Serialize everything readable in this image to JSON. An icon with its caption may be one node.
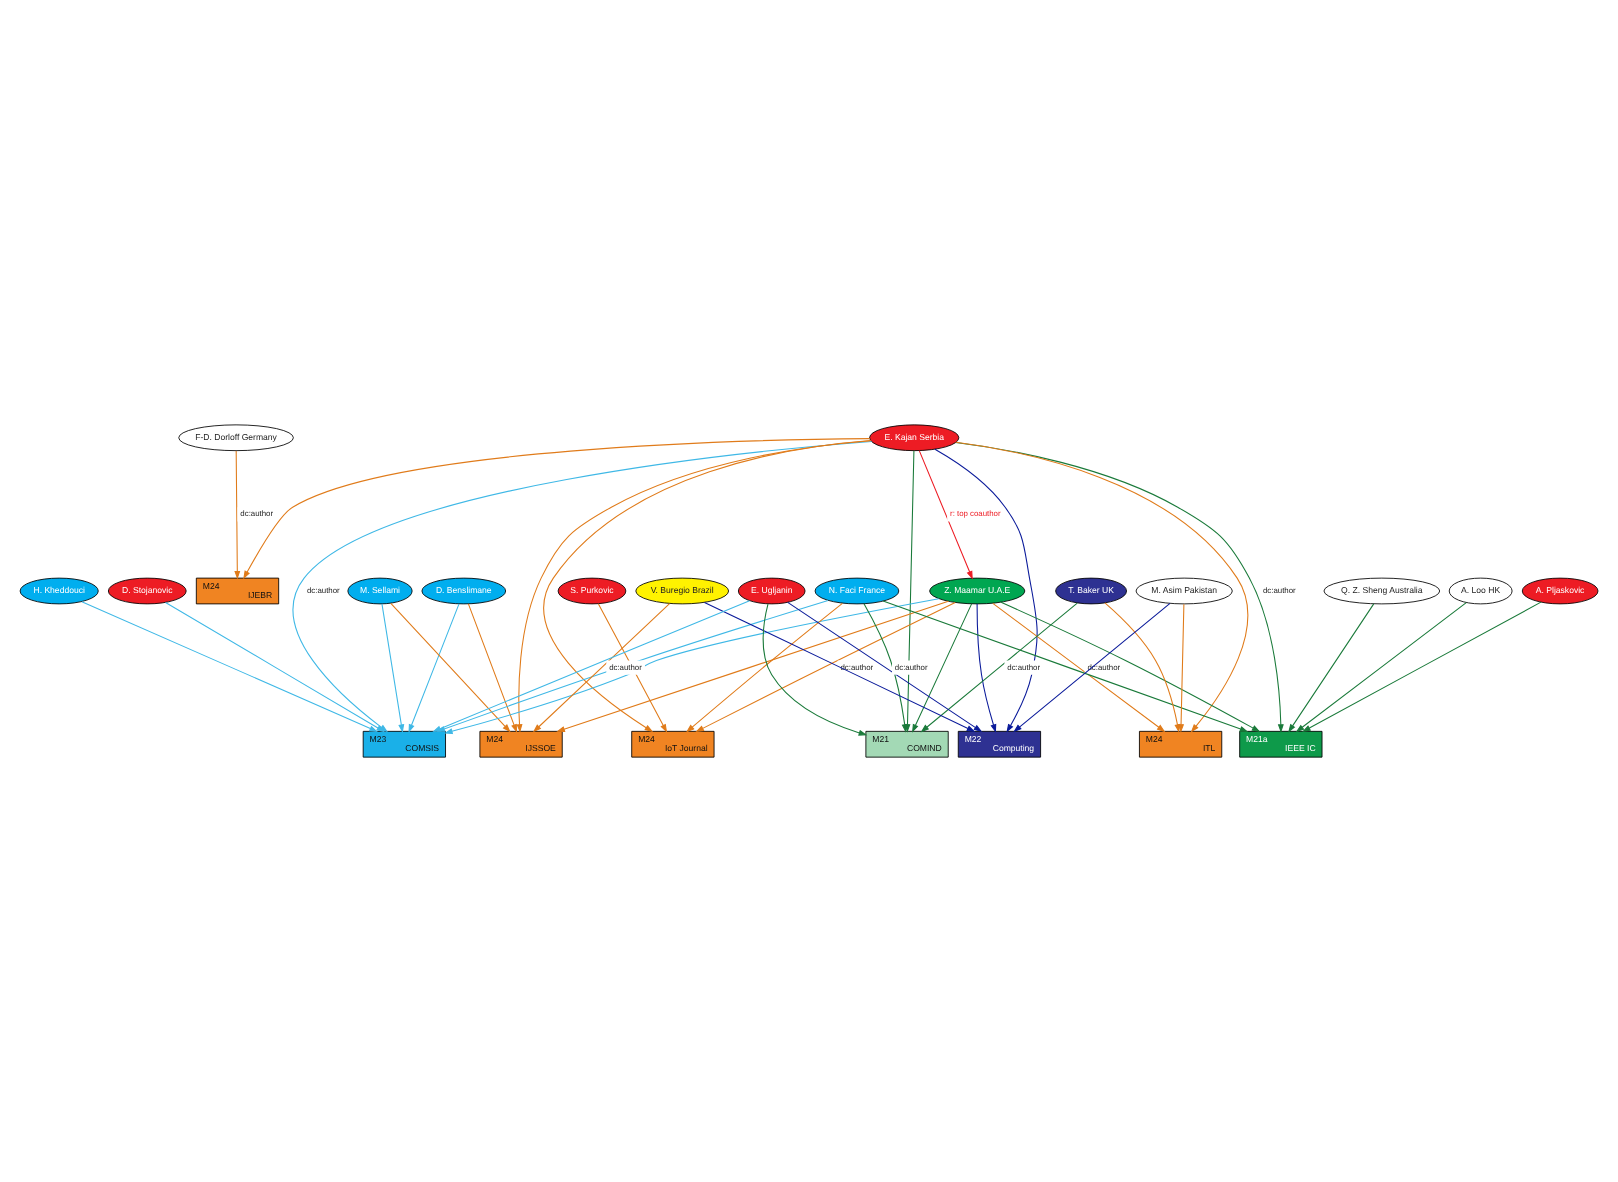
{
  "diagram": {
    "nodes": [
      {
        "text": [
          "M23",
          "COMSIS"
        ]
      },
      {
        "text": [
          "H. Kheddouci"
        ]
      },
      {
        "text": [
          "D. Stojanovic"
        ]
      },
      {
        "text": [
          "D. Benslimane"
        ]
      },
      {
        "text": [
          "M. Sellami"
        ]
      },
      {
        "text": [
          "E. Kajan Serbia"
        ]
      },
      {
        "text": [
          "M24",
          "IJEBR"
        ]
      },
      {
        "text": [
          "Z. Maamar U.A.E"
        ]
      },
      {
        "text": [
          "F-D. Dorloff Germany"
        ]
      },
      {
        "text": [
          "M24",
          "IJSSOE"
        ]
      },
      {
        "text": [
          "Q. Z. Sheng Australia"
        ]
      },
      {
        "text": [
          "A. Loo HK"
        ]
      },
      {
        "text": [
          "M21",
          "COMIND"
        ]
      },
      {
        "text": [
          "M21a",
          "IEEE IC"
        ]
      },
      {
        "text": [
          "N. Faci France"
        ]
      },
      {
        "text": [
          "A. Pljaskovic"
        ]
      },
      {
        "text": [
          "T. Baker UK"
        ]
      },
      {
        "text": [
          "M24",
          "ITL"
        ]
      },
      {
        "text": [
          "M24",
          "IoT Journal"
        ]
      },
      {
        "text": [
          "S. Purkovic"
        ]
      },
      {
        "text": [
          "V. Buregio Brazil"
        ]
      },
      {
        "text": [
          "M. Asim Pakistan"
        ]
      },
      {
        "text": [
          "M22",
          "Computing"
        ]
      },
      {
        "text": [
          "E. Ugljanin"
        ]
      }
    ],
    "edges": [
      {
        "from": 1,
        "to": 0,
        "arrow": "to",
        "color": "#3fb8e6"
      },
      {
        "from": 2,
        "to": 0,
        "arrow": "to",
        "color": "#3fb8e6"
      },
      {
        "from": 3,
        "to": 0,
        "arrow": "to",
        "color": "#3fb8e6"
      },
      {
        "from": 4,
        "to": 0,
        "arrow": "to",
        "color": "#3fb8e6"
      },
      {
        "from": 5,
        "to": 0,
        "arrow": "to",
        "label": "dc:author",
        "color": "#3fb8e6"
      },
      {
        "from": 7,
        "to": 0,
        "arrow": "to",
        "color": "#3fb8e6"
      },
      {
        "from": 14,
        "to": 0,
        "arrow": "to",
        "color": "#3fb8e6"
      },
      {
        "from": 23,
        "to": 0,
        "arrow": "to",
        "color": "#3fb8e6"
      },
      {
        "from": 5,
        "to": 6,
        "arrow": "to"
      },
      {
        "from": 8,
        "to": 6,
        "arrow": "to",
        "label": "dc:author"
      },
      {
        "from": 5,
        "to": 7,
        "arrow": "to",
        "label": "r: top coauthor",
        "color": "#ed1c24"
      },
      {
        "from": 3,
        "to": 9,
        "arrow": "to"
      },
      {
        "from": 4,
        "to": 9,
        "arrow": "to"
      },
      {
        "from": 5,
        "to": 9,
        "arrow": "to"
      },
      {
        "from": 7,
        "to": 9,
        "arrow": "to"
      },
      {
        "from": 20,
        "to": 9,
        "arrow": "to",
        "label": "dc:author"
      },
      {
        "from": 7,
        "to": 12,
        "arrow": "to",
        "color": "#1a7a3a"
      },
      {
        "from": 14,
        "to": 12,
        "arrow": "to",
        "color": "#1a7a3a"
      },
      {
        "from": 5,
        "to": 12,
        "arrow": "to",
        "color": "#1a7a3a"
      },
      {
        "from": 16,
        "to": 12,
        "arrow": "to",
        "label": "dc:author",
        "color": "#1a7a3a"
      },
      {
        "from": 23,
        "to": 12,
        "arrow": "to",
        "color": "#1a7a3a"
      },
      {
        "from": 7,
        "to": 13,
        "arrow": "to",
        "color": "#1a7a3a"
      },
      {
        "from": 5,
        "to": 13,
        "arrow": "to",
        "label": "dc:author",
        "color": "#1a7a3a"
      },
      {
        "from": 10,
        "to": 13,
        "arrow": "to",
        "color": "#1a7a3a"
      },
      {
        "from": 11,
        "to": 13,
        "arrow": "to",
        "color": "#1a7a3a"
      },
      {
        "from": 14,
        "to": 13,
        "arrow": "to",
        "color": "#1a7a3a"
      },
      {
        "from": 15,
        "to": 13,
        "arrow": "to",
        "color": "#1a7a3a"
      },
      {
        "from": 5,
        "to": 17,
        "arrow": "to"
      },
      {
        "from": 7,
        "to": 17,
        "arrow": "to",
        "label": "dc:author"
      },
      {
        "from": 16,
        "to": 17,
        "arrow": "to"
      },
      {
        "from": 21,
        "to": 17,
        "arrow": "to"
      },
      {
        "from": 5,
        "to": 18,
        "arrow": "to"
      },
      {
        "from": 7,
        "to": 18,
        "arrow": "to",
        "label": "dc:author"
      },
      {
        "from": 14,
        "to": 18,
        "arrow": "to"
      },
      {
        "from": 19,
        "to": 18,
        "arrow": "to"
      },
      {
        "from": 5,
        "to": 22,
        "arrow": "to",
        "color": "#0a1a9a"
      },
      {
        "from": 7,
        "to": 22,
        "arrow": "to",
        "color": "#0a1a9a"
      },
      {
        "from": 21,
        "to": 22,
        "arrow": "to",
        "color": "#0a1a9a"
      },
      {
        "from": 23,
        "to": 22,
        "arrow": "to",
        "label": "dc:author",
        "color": "#0a1a9a"
      },
      {
        "from": 20,
        "to": 22,
        "arrow": "to",
        "color": "#0a1a9a"
      }
    ]
  }
}
